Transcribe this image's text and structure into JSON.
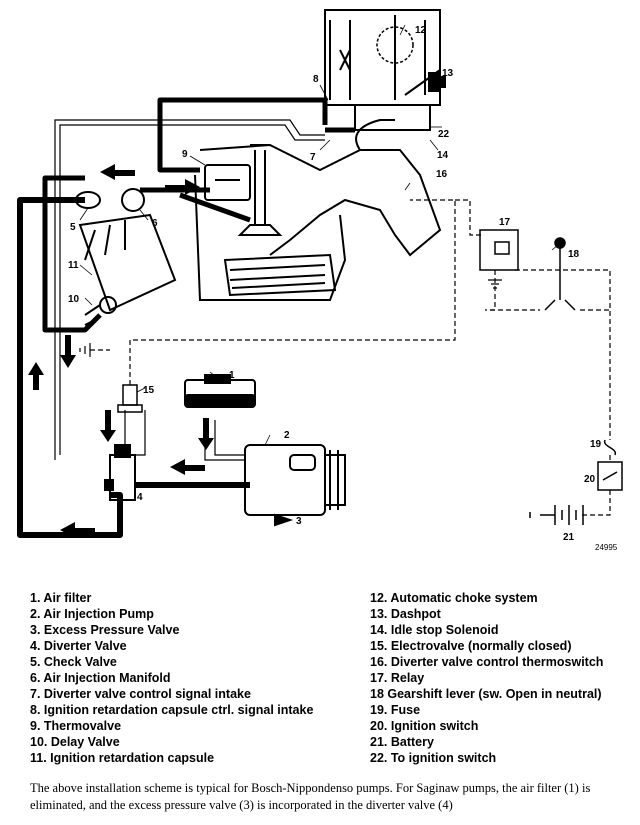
{
  "figure_number": "24995",
  "callouts": [
    "1",
    "2",
    "3",
    "4",
    "5",
    "6",
    "7",
    "8",
    "9",
    "10",
    "11",
    "12",
    "13",
    "14",
    "15",
    "16",
    "17",
    "18",
    "19",
    "20",
    "21",
    "22"
  ],
  "legend_left": [
    "1. Air filter",
    "2. Air Injection Pump",
    "3. Excess Pressure Valve",
    "4. Diverter Valve",
    "5. Check Valve",
    "6. Air Injection Manifold",
    "7. Diverter valve control signal intake",
    "8. Ignition retardation capsule ctrl. signal intake",
    "9. Thermovalve",
    "10. Delay Valve",
    "11. Ignition retardation capsule"
  ],
  "legend_right": [
    "12. Automatic choke system",
    "13. Dashpot",
    "14. Idle stop Solenoid",
    "15. Electrovalve (normally closed)",
    "16. Diverter valve control thermoswitch",
    "17. Relay",
    "18 Gearshift lever (sw. Open in neutral)",
    "19. Fuse",
    "20. Ignition switch",
    "21. Battery",
    "22. To ignition switch"
  ],
  "caption": "The above installation scheme is typical for Bosch-Nippondenso pumps.  For Saginaw pumps, the air filter (1) is eliminated, and the excess pressure valve (3) is incorporated in the diverter valve (4)"
}
